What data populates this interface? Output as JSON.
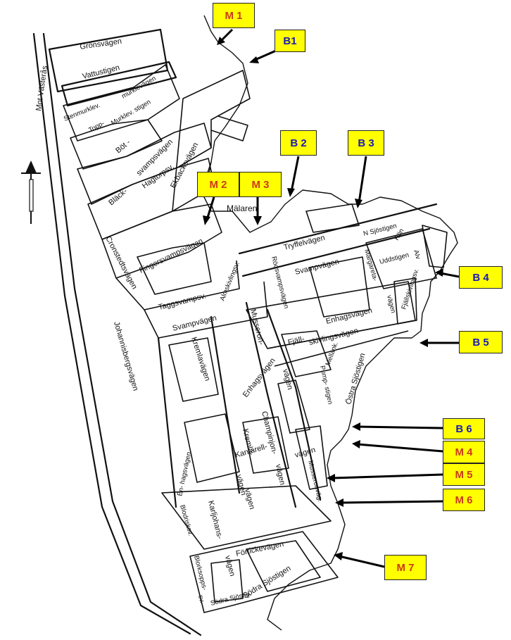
{
  "lake_label": "Mälaren",
  "markers": {
    "m1": "M 1",
    "b1": "B1",
    "b2": "B 2",
    "b3": "B 3",
    "m2": "M 2",
    "m3": "M 3",
    "b4": "B 4",
    "b5": "B 5",
    "b6": "B 6",
    "m4": "M 4",
    "m5": "M 5",
    "m6": "M 6",
    "m7": "M 7"
  },
  "streets": {
    "mot_vasteras": "Mot Västerås",
    "gransvagen": "Grönsvägen",
    "vattustigen": "Vattustigen",
    "murklevagen": "murklevägen",
    "stenmurklev": "Stenmurklev.",
    "topp": "Topp-",
    "murklev_stigen": "Murklev. stigen",
    "bot": "Böt -",
    "svampsvagen": "svampsvägen",
    "blacksvampsvagen": "Bläck-",
    "hagtorpsv": "Hagtorpsv.",
    "ekbacksvagen": "Ekbacksvägen",
    "cronstedtsvagen": "Cronstedtsvägen",
    "fingersvampsvagen": "Fingersvampsvägen",
    "taggsvampsv": "Taggsvampsv.",
    "almskivlingsv": "Almskivlingsv.",
    "tryffelvagen": "Tryffelvägen",
    "n_sjostigen": "N Sjöstigen",
    "ron": "Rön",
    "margareta": "Margareta-",
    "uddstigen": "Uddstigen",
    "alv": "Alv",
    "rodsvampsvagen": "Rödsvampsvägen",
    "svampvagen_upper": "Svampvägen",
    "svampvagen_lower": "Svampvägen",
    "enhagsvagen_upper": "Enhagsvägen",
    "vagen": "vägen",
    "fjallskivlingsv": "Fjällskivlingsv.",
    "fjall": "Fjäll-",
    "skivlingsvagen": "skivlingsvägen",
    "mellank": "Mellank.",
    "pump_stigen": "Pump- stigen",
    "ostra_sjostigen": "Östra Sjöstigen",
    "johannisbergsvagen": "Johannisbergsvägen",
    "kremlavagen": "Kremlavägen",
    "mussseron": "Musseron-",
    "enhagsvagen_mid": "Enhagsvägen",
    "vagen2": "vägen",
    "champinjon": "Champinjon-",
    "vagen3": "vägen",
    "kremla": "Kremla-",
    "vagen4": "vägen",
    "kantarell": "Kantarell-",
    "vagen5": "vägen",
    "musseronvag": "Musseronväg.",
    "en_hagsvagen": "En- hagsvägen",
    "blodrisksv": "Blodrisksv.",
    "karljohans": "Karljohans-",
    "vagen6": "vägen",
    "fortickevagen": "Förtickevägen",
    "blorksopps": "Blorksopps-",
    "vagen7": "vägen",
    "sv": "sv.",
    "sodra_sjostig": "Södra Sjöstig.",
    "sodra_sjostigen": "Södra Sjöstigen"
  }
}
